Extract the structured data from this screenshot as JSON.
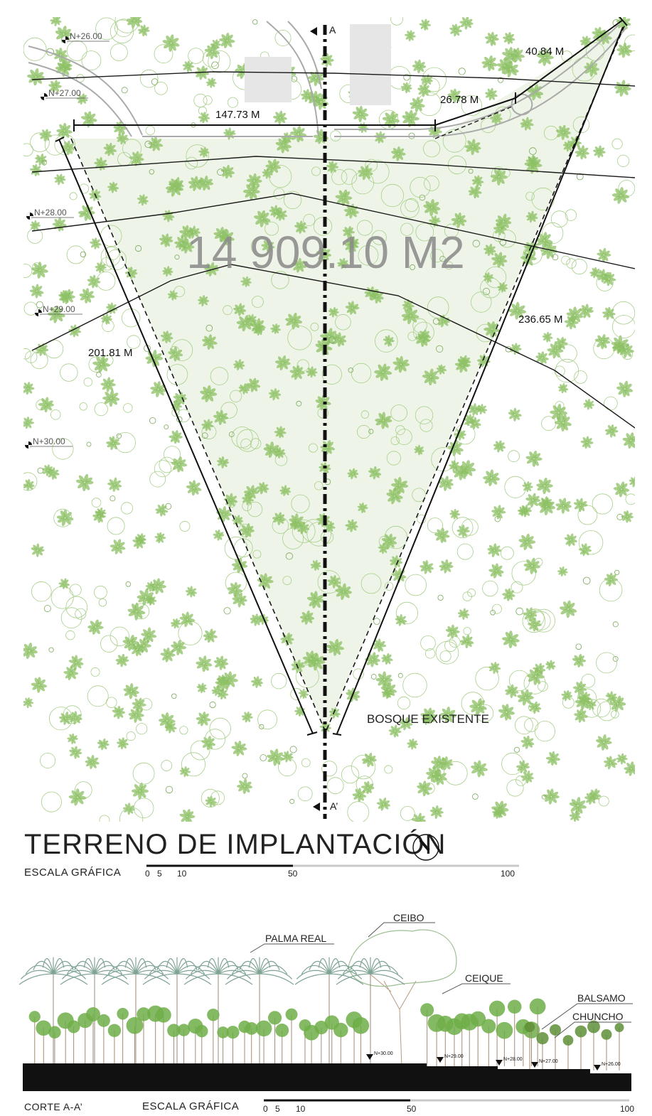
{
  "plan": {
    "north_marker": "A",
    "south_marker": "A’",
    "area_label": "14 909.10 M2",
    "forest_label": "BOSQUE EXISTENTE",
    "dimensions": {
      "north": "147.73 M",
      "ne_short": "26.78 M",
      "ne_long": "40.84 M",
      "east": "236.65 M",
      "west": "201.81 M"
    },
    "levels": [
      "N+26.00",
      "N+27.00",
      "N+28.00",
      "N+29.00",
      "N+30.00"
    ]
  },
  "title": "TERRENO DE IMPLANTACIÓN",
  "scale1": {
    "label": "ESCALA GRÁFICA",
    "ticks": [
      "0",
      "5",
      "10",
      "50",
      "100"
    ]
  },
  "section": {
    "label": "CORTE A-A’",
    "scale_label": "ESCALA GRÁFICA",
    "ticks": [
      "0",
      "5",
      "10",
      "50",
      "100"
    ],
    "species": {
      "ceibo": "CEIBO",
      "palma": "PALMA REAL",
      "ceique": "CEIQUE",
      "balsamo": "BALSAMO",
      "chuncho": "CHUNCHO"
    },
    "levels": [
      "N+30.00",
      "N+29.00",
      "N+28.00",
      "N+27.00",
      "N+26.00"
    ]
  },
  "colors": {
    "tree_green": "#8cc063",
    "plot_fill": "#e8f2e0",
    "palm": "#7ea394",
    "canopy": "#6fae48"
  }
}
